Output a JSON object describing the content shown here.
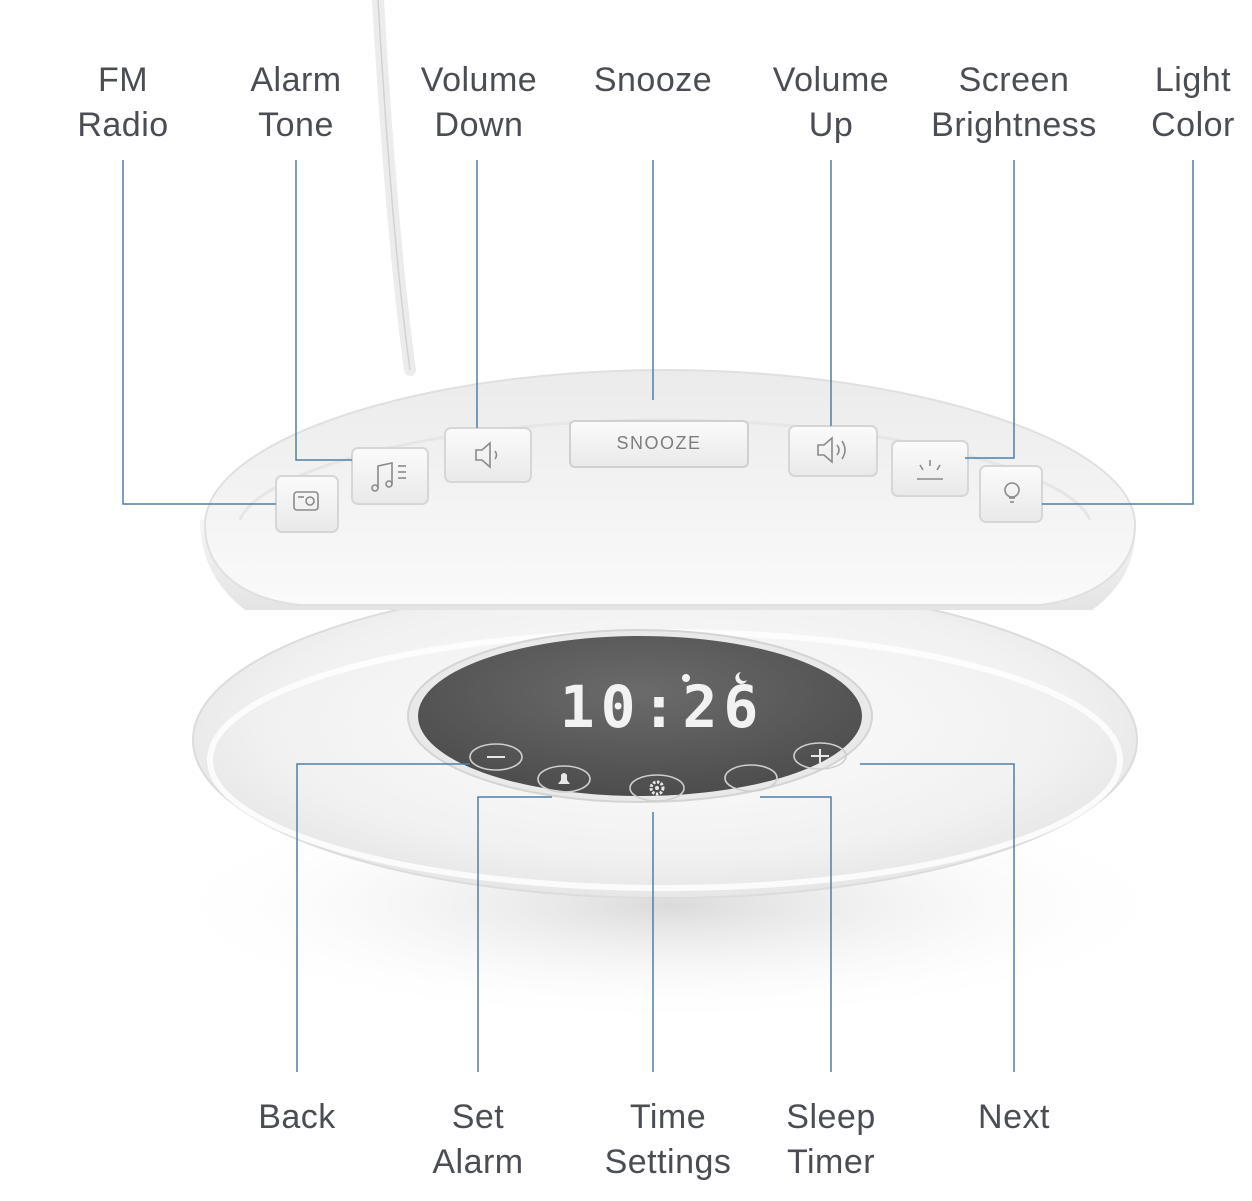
{
  "callouts_top": [
    {
      "id": "fm-radio",
      "lines": [
        "FM",
        "Radio"
      ]
    },
    {
      "id": "alarm-tone",
      "lines": [
        "Alarm",
        "Tone"
      ]
    },
    {
      "id": "volume-down",
      "lines": [
        "Volume",
        "Down"
      ]
    },
    {
      "id": "snooze",
      "lines": [
        "Snooze"
      ]
    },
    {
      "id": "volume-up",
      "lines": [
        "Volume",
        "Up"
      ]
    },
    {
      "id": "screen-brightness",
      "lines": [
        "Screen",
        "Brightness"
      ]
    },
    {
      "id": "light-color",
      "lines": [
        "Light",
        "Color"
      ]
    }
  ],
  "callouts_bottom": [
    {
      "id": "back",
      "lines": [
        "Back"
      ]
    },
    {
      "id": "set-alarm",
      "lines": [
        "Set",
        "Alarm"
      ]
    },
    {
      "id": "time-settings",
      "lines": [
        "Time",
        "Settings"
      ]
    },
    {
      "id": "sleep-timer",
      "lines": [
        "Sleep",
        "Timer"
      ]
    },
    {
      "id": "next",
      "lines": [
        "Next"
      ]
    }
  ],
  "device": {
    "snooze_button_label": "SNOOZE",
    "display_time": "10:26",
    "icons": {
      "fm_radio": "radio-icon",
      "alarm_tone": "music-note-icon",
      "volume_down": "speaker-low-icon",
      "volume_up": "speaker-high-icon",
      "screen_brightness": "brightness-icon",
      "light_color": "light-bulb-icon",
      "back": "minus-icon",
      "set_alarm": "bell-icon",
      "time_settings": "gear-icon",
      "sleep_timer": "moon-icon",
      "next": "plus-icon"
    }
  },
  "colors": {
    "leader_line": "#4f7fa8",
    "label_text": "#4a4d52",
    "display_face": "#5c5c5c",
    "display_digits": "#f2f2f2",
    "device_body": "#f3f3f3"
  }
}
